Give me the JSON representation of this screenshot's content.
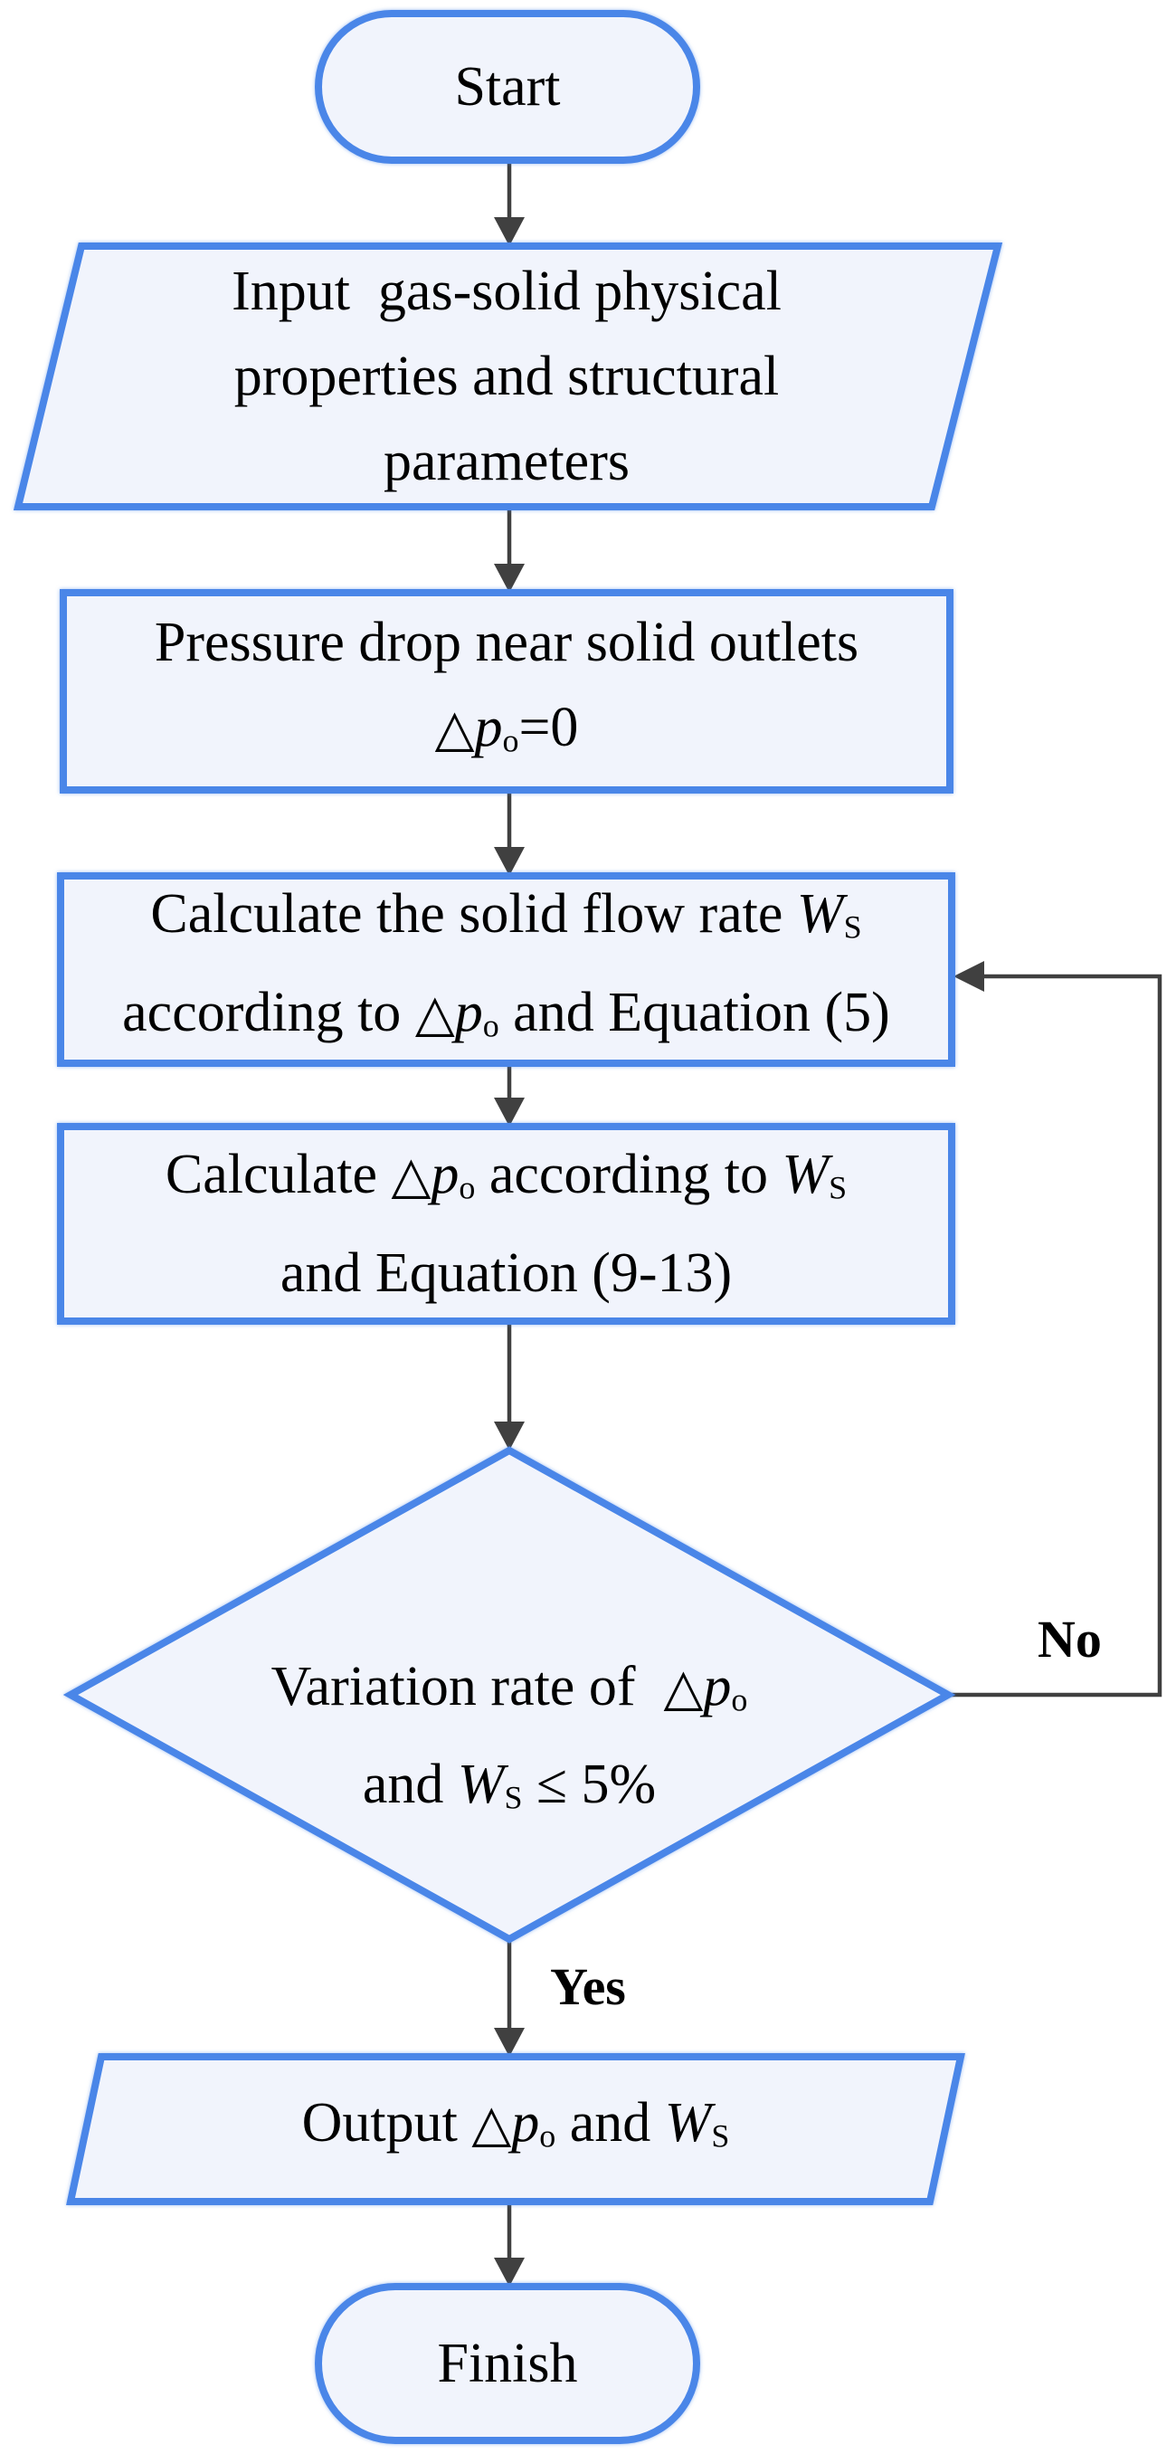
{
  "figure": {
    "type": "flowchart",
    "background": "#ffffff"
  },
  "colors": {
    "node_border": "#4a86e8",
    "node_fill": "#f1f4fc",
    "connector": "#404040",
    "text": "#000000"
  },
  "nodes": {
    "start": {
      "shape": "terminator",
      "label": "Start"
    },
    "input": {
      "shape": "parallelogram",
      "lines": [
        [
          {
            "v": "Input  gas-solid physical"
          }
        ],
        [
          {
            "v": "properties and structural"
          }
        ],
        [
          {
            "v": "parameters"
          }
        ]
      ]
    },
    "init_pressure": {
      "shape": "process",
      "lines": [
        [
          {
            "v": "Pressure drop near solid outlets"
          }
        ],
        [
          {
            "v": "△",
            "s": "tri"
          },
          {
            "v": "p",
            "s": "i"
          },
          {
            "v": "o",
            "s": "sub"
          },
          {
            "v": "=0"
          }
        ]
      ]
    },
    "calc_flowrate": {
      "shape": "process",
      "lines": [
        [
          {
            "v": "Calculate the solid flow rate "
          },
          {
            "v": "W",
            "s": "i"
          },
          {
            "v": "S",
            "s": "sub"
          }
        ],
        [
          {
            "v": "according to "
          },
          {
            "v": "△",
            "s": "tri"
          },
          {
            "v": "p",
            "s": "i"
          },
          {
            "v": "o",
            "s": "sub"
          },
          {
            "v": " and Equation (5)"
          }
        ]
      ]
    },
    "calc_pressure": {
      "shape": "process",
      "lines": [
        [
          {
            "v": "Calculate "
          },
          {
            "v": "△",
            "s": "tri"
          },
          {
            "v": "p",
            "s": "i"
          },
          {
            "v": "o",
            "s": "sub"
          },
          {
            "v": " according to "
          },
          {
            "v": "W",
            "s": "i"
          },
          {
            "v": "S",
            "s": "sub"
          }
        ],
        [
          {
            "v": "and Equation (9-13)"
          }
        ]
      ]
    },
    "decision": {
      "shape": "decision",
      "lines": [
        [
          {
            "v": "Variation rate of  "
          },
          {
            "v": "△",
            "s": "tri"
          },
          {
            "v": "p",
            "s": "i"
          },
          {
            "v": "o",
            "s": "sub"
          }
        ],
        [
          {
            "v": "and "
          },
          {
            "v": "W",
            "s": "i"
          },
          {
            "v": "S",
            "s": "sub"
          },
          {
            "v": " ≤ 5%"
          }
        ]
      ]
    },
    "output": {
      "shape": "parallelogram",
      "lines": [
        [
          {
            "v": "Output "
          },
          {
            "v": "△",
            "s": "tri"
          },
          {
            "v": "p",
            "s": "i"
          },
          {
            "v": "o",
            "s": "sub"
          },
          {
            "v": " and "
          },
          {
            "v": "W",
            "s": "i"
          },
          {
            "v": "S",
            "s": "sub"
          }
        ]
      ]
    },
    "finish": {
      "shape": "terminator",
      "label": "Finish"
    }
  },
  "edge_labels": {
    "yes": "Yes",
    "no": "No"
  }
}
